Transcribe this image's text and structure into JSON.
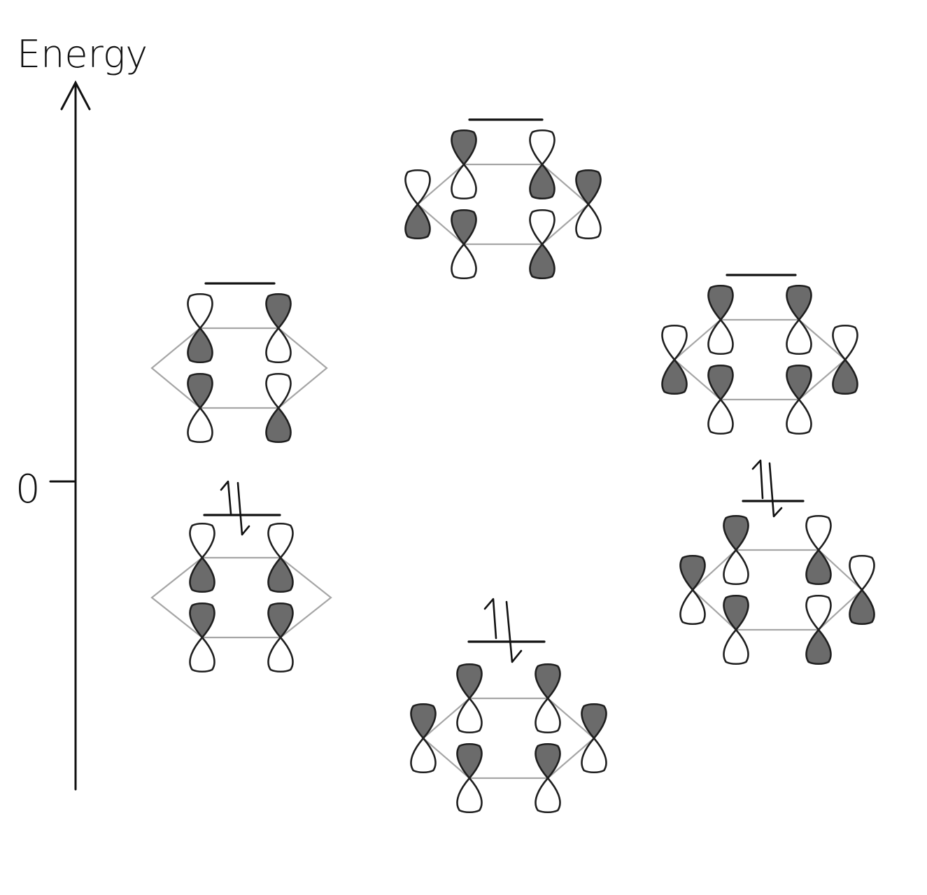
{
  "axis": {
    "label": "Energy",
    "zero_label": "0"
  },
  "colors": {
    "shaded_lobe": "#6b6b6b",
    "unshaded_lobe": "#ffffff",
    "lobe_outline": "#1f1f1f",
    "ring_bond": "#a6a6a6",
    "ink": "#111111"
  },
  "orbitals": [
    {
      "id": "orbital-psi1",
      "occupied": true,
      "lobes": [
        {
          "atom": 1,
          "top": "shaded"
        },
        {
          "atom": 2,
          "top": "shaded"
        },
        {
          "atom": 3,
          "top": "shaded"
        },
        {
          "atom": 4,
          "top": "shaded"
        },
        {
          "atom": 5,
          "top": "shaded"
        },
        {
          "atom": 6,
          "top": "shaded"
        }
      ]
    },
    {
      "id": "orbital-psi2",
      "occupied": true,
      "lobes": [
        {
          "atom": 1,
          "top": "shaded"
        },
        {
          "atom": 2,
          "top": "unshaded"
        },
        {
          "atom": 3,
          "top": "unshaded"
        },
        {
          "atom": 4,
          "top": "unshaded"
        },
        {
          "atom": 5,
          "top": "shaded"
        },
        {
          "atom": 6,
          "top": "shaded"
        }
      ]
    },
    {
      "id": "orbital-psi3",
      "occupied": true,
      "lobes": [
        {
          "atom": 1,
          "top": "unshaded"
        },
        {
          "atom": 2,
          "top": "unshaded"
        },
        {
          "atom": 4,
          "top": "shaded"
        },
        {
          "atom": 5,
          "top": "shaded"
        }
      ]
    },
    {
      "id": "orbital-psi4",
      "occupied": false,
      "lobes": [
        {
          "atom": 1,
          "top": "unshaded"
        },
        {
          "atom": 2,
          "top": "shaded"
        },
        {
          "atom": 4,
          "top": "unshaded"
        },
        {
          "atom": 5,
          "top": "shaded"
        }
      ]
    },
    {
      "id": "orbital-psi5",
      "occupied": false,
      "lobes": [
        {
          "atom": 1,
          "top": "shaded"
        },
        {
          "atom": 2,
          "top": "shaded"
        },
        {
          "atom": 3,
          "top": "unshaded"
        },
        {
          "atom": 4,
          "top": "shaded"
        },
        {
          "atom": 5,
          "top": "shaded"
        },
        {
          "atom": 6,
          "top": "unshaded"
        }
      ]
    },
    {
      "id": "orbital-psi6",
      "occupied": false,
      "lobes": [
        {
          "atom": 1,
          "top": "shaded"
        },
        {
          "atom": 2,
          "top": "unshaded"
        },
        {
          "atom": 3,
          "top": "shaded"
        },
        {
          "atom": 4,
          "top": "unshaded"
        },
        {
          "atom": 5,
          "top": "shaded"
        },
        {
          "atom": 6,
          "top": "unshaded"
        }
      ]
    }
  ]
}
